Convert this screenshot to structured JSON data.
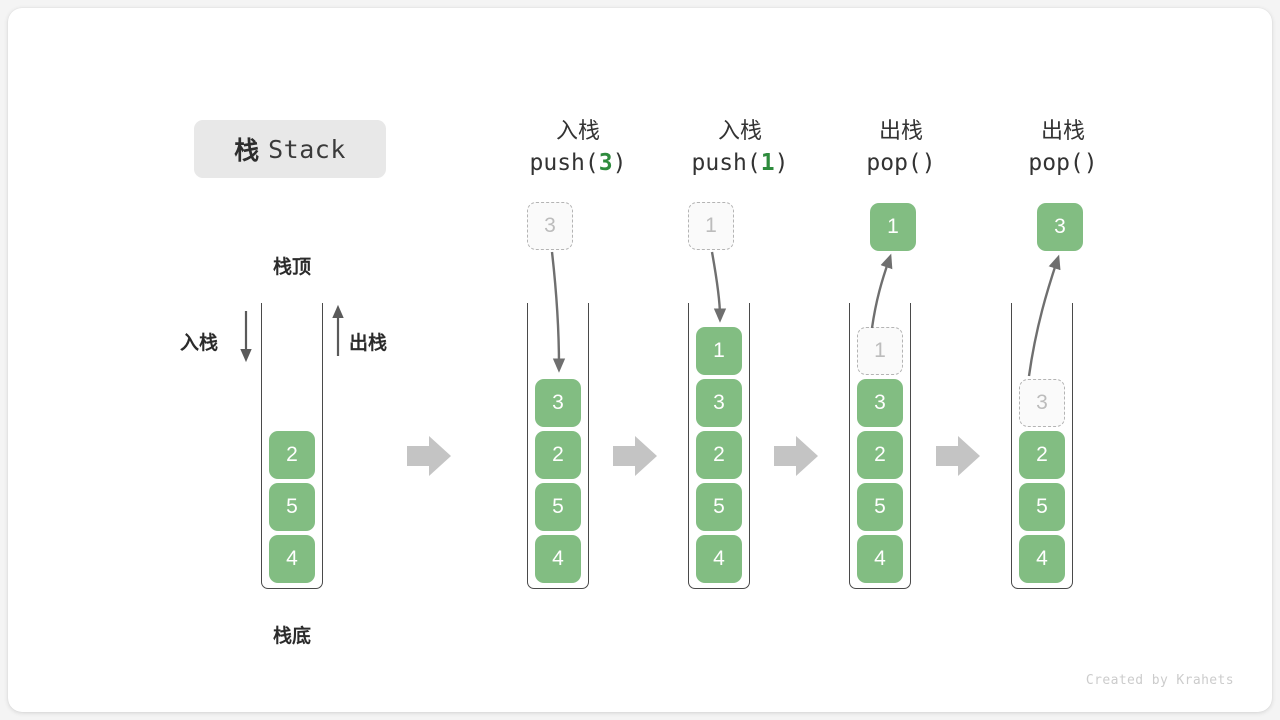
{
  "title": {
    "cn": "栈",
    "en": "Stack"
  },
  "labels": {
    "top": "栈顶",
    "bottom": "栈底",
    "push_side": "入栈",
    "pop_side": "出栈"
  },
  "credit": "Created by Krahets",
  "colors": {
    "element_green": "#82bd82",
    "arg_green": "#2e8b3d",
    "ghost_fill": "#fafafa",
    "ghost_border": "#b4b4b4",
    "container_border": "#4a4a4a",
    "transition_arrow": "#c4c4c4",
    "card_background": "#ffffff",
    "badge_background": "#e8e8e8"
  },
  "columns": [
    {
      "id": "initial",
      "header_cn": "",
      "header_code_prefix": "",
      "header_code_arg": "",
      "header_code_suffix": "",
      "floating": null,
      "cells": [
        "2",
        "5",
        "4"
      ]
    },
    {
      "id": "push-3",
      "header_cn": "入栈",
      "header_code_prefix": "push(",
      "header_code_arg": "3",
      "header_code_suffix": ")",
      "floating": {
        "value": "3",
        "style": "ghost"
      },
      "cells": [
        "3",
        "2",
        "5",
        "4"
      ]
    },
    {
      "id": "push-1",
      "header_cn": "入栈",
      "header_code_prefix": "push(",
      "header_code_arg": "1",
      "header_code_suffix": ")",
      "floating": {
        "value": "1",
        "style": "ghost"
      },
      "cells": [
        "1",
        "3",
        "2",
        "5",
        "4"
      ]
    },
    {
      "id": "pop-1",
      "header_cn": "出栈",
      "header_code_prefix": "pop(",
      "header_code_arg": "",
      "header_code_suffix": ")",
      "floating": {
        "value": "1",
        "style": "solid"
      },
      "cells": [
        "1",
        "3",
        "2",
        "5",
        "4"
      ],
      "ghost_index": 0
    },
    {
      "id": "pop-3",
      "header_cn": "出栈",
      "header_code_prefix": "pop(",
      "header_code_arg": "",
      "header_code_suffix": ")",
      "floating": {
        "value": "3",
        "style": "solid"
      },
      "cells": [
        "3",
        "2",
        "5",
        "4"
      ],
      "ghost_index": 0
    }
  ]
}
